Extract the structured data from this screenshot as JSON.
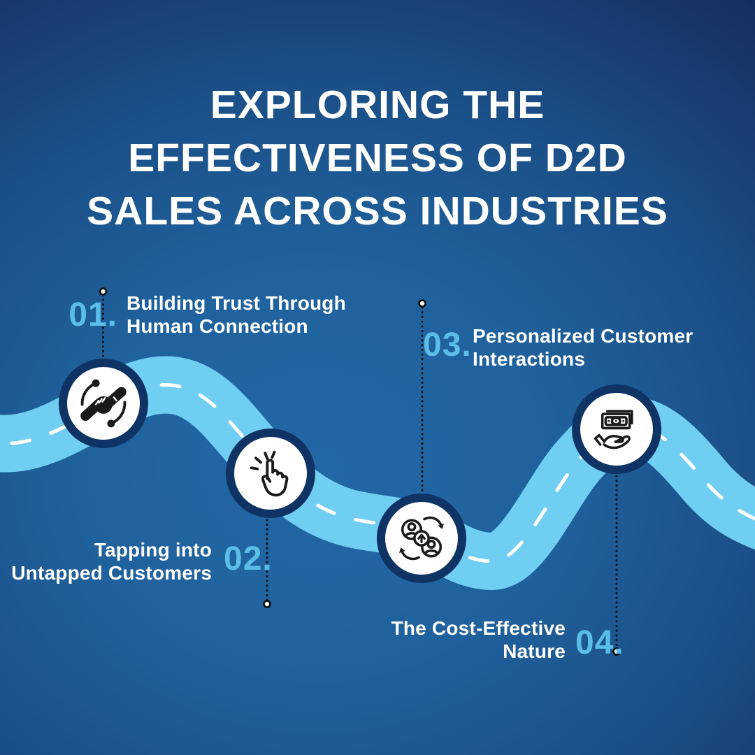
{
  "title": {
    "lines": [
      "EXPLORING THE",
      "EFFECTIVENESS OF D2D",
      "SALES ACROSS INDUSTRIES"
    ]
  },
  "milestones": [
    {
      "number": "01.",
      "label_lines": [
        "Building Trust Through",
        "Human Connection"
      ],
      "icon": "handshake-icon"
    },
    {
      "number": "02.",
      "label_lines": [
        "Tapping into",
        "Untapped Customers"
      ],
      "icon": "tap-click-icon"
    },
    {
      "number": "03.",
      "label_lines": [
        "Personalized Customer",
        "Interactions"
      ],
      "icon": "customer-exchange-icon"
    },
    {
      "number": "04.",
      "label_lines": [
        "The Cost-Effective",
        "Nature"
      ],
      "icon": "money-in-hand-icon"
    }
  ],
  "colors": {
    "background_center": "#2268a6",
    "background_edge": "#131b45",
    "road": "#6fcef1",
    "road_dash": "#ffffff",
    "accent_number": "#5bbee9",
    "circle_ring": "#0f3364",
    "circle_fill": "#ffffff",
    "icon_line": "#1a1a1a",
    "connector_dot": "#0d0d0d",
    "title_text": "#ffffff"
  }
}
